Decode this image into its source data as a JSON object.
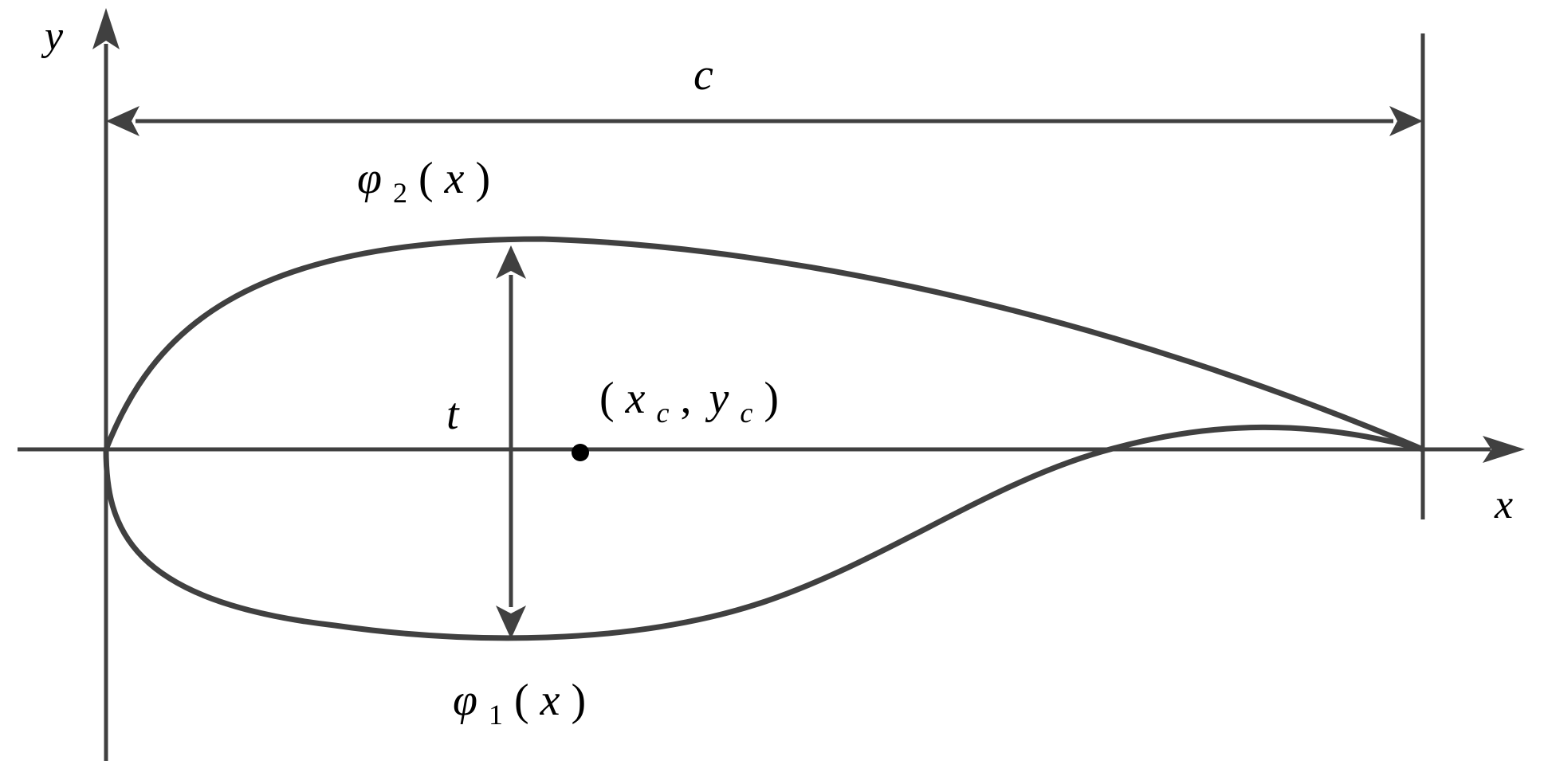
{
  "diagram": {
    "labels": {
      "y_axis": "y",
      "x_axis": "x",
      "chord": "c",
      "thickness": "t",
      "upper_surface": {
        "func": "φ",
        "index": "2",
        "open": "(",
        "arg": "x",
        "close": ")"
      },
      "lower_surface": {
        "func": "φ",
        "index": "1",
        "open": "(",
        "arg": "x",
        "close": ")"
      },
      "centroid": {
        "open": "(",
        "x": "x",
        "x_index": "c",
        "sep": ",",
        "y": "y",
        "y_index": "c",
        "close": ")"
      }
    },
    "colors": {
      "stroke": "#404040",
      "text": "#000000",
      "background": "#ffffff"
    }
  }
}
